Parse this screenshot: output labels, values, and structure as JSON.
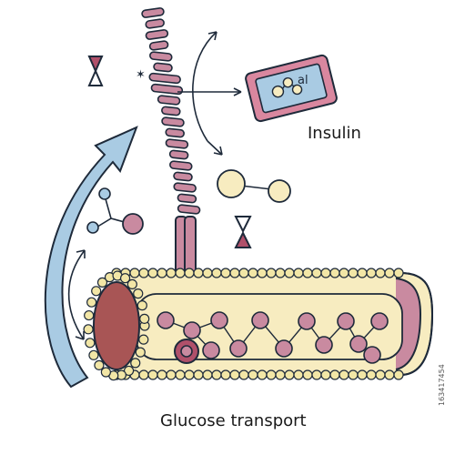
{
  "labels": {
    "insulin": "Insulin",
    "glucose_transport": "Glucose transport",
    "stock_id": "163417454"
  },
  "insulin_box_text": "al",
  "colors": {
    "outline": "#1e2a3a",
    "membrane_bead": "#f2e6a6",
    "vessel_fill": "#f7ecc0",
    "pink": "#c98aa0",
    "pink_dark": "#b0506a",
    "blue_arrow": "#a9cbe3",
    "insulin_box_outer": "#d9879f",
    "insulin_box_inner": "#a9cbe3",
    "vessel_end": "#a85555",
    "molecule_blue": "#a9cbe3",
    "molecule_yellow": "#f7ecc0"
  }
}
